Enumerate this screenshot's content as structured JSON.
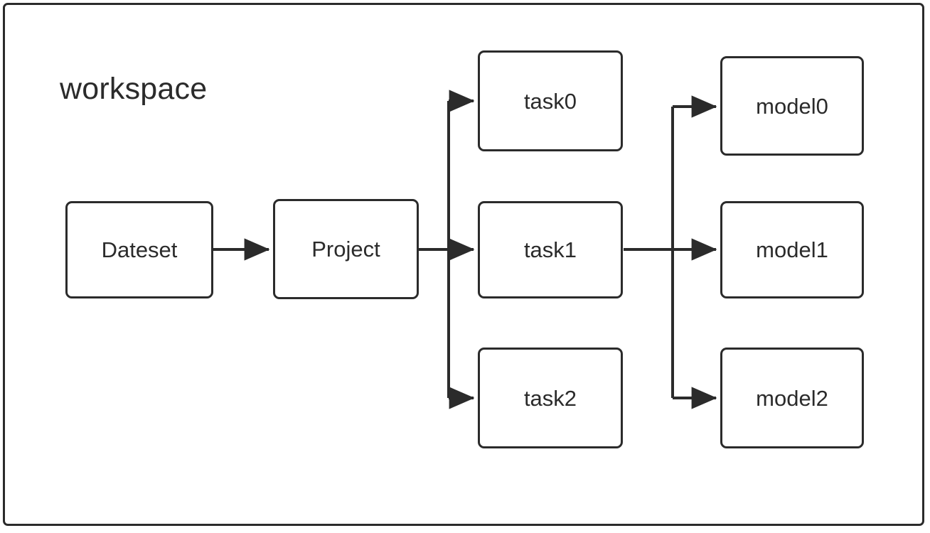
{
  "diagram": {
    "type": "flow-diagram",
    "container": {
      "label": "workspace",
      "border_color": "#2b2b2b",
      "background": "#ffffff"
    },
    "node_text_color": "#2b2b2b",
    "edge_color": "#2b2b2b",
    "nodes": [
      {
        "id": "dataset",
        "label": "Dateset",
        "column": 0,
        "row": 1
      },
      {
        "id": "project",
        "label": "Project",
        "column": 1,
        "row": 1
      },
      {
        "id": "task0",
        "label": "task0",
        "column": 2,
        "row": 0
      },
      {
        "id": "task1",
        "label": "task1",
        "column": 2,
        "row": 1
      },
      {
        "id": "task2",
        "label": "task2",
        "column": 2,
        "row": 2
      },
      {
        "id": "model0",
        "label": "model0",
        "column": 3,
        "row": 0
      },
      {
        "id": "model1",
        "label": "model1",
        "column": 3,
        "row": 1
      },
      {
        "id": "model2",
        "label": "model2",
        "column": 3,
        "row": 2
      }
    ],
    "edges": [
      {
        "from": "dataset",
        "to": "project"
      },
      {
        "from": "project",
        "to": "task0"
      },
      {
        "from": "project",
        "to": "task1"
      },
      {
        "from": "project",
        "to": "task2"
      },
      {
        "from": "task1",
        "to": "model0"
      },
      {
        "from": "task1",
        "to": "model1"
      },
      {
        "from": "task1",
        "to": "model2"
      }
    ]
  }
}
